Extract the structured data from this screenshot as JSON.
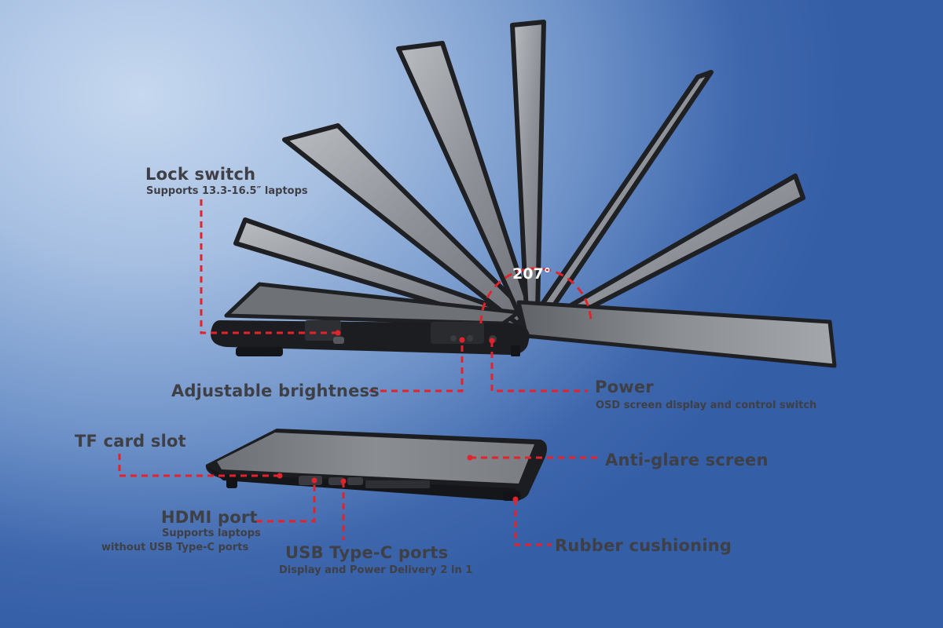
{
  "angle_label": "207°",
  "callouts": {
    "lock_switch": {
      "title": "Lock switch",
      "subtitle": "Supports 13.3-16.5″ laptops"
    },
    "adjustable_brightness": {
      "title": "Adjustable brightness"
    },
    "power": {
      "title": "Power",
      "subtitle": "OSD screen display and control switch"
    },
    "tf_card_slot": {
      "title": "TF card slot"
    },
    "anti_glare_screen": {
      "title": "Anti-glare screen"
    },
    "hdmi_port": {
      "title": "HDMI port",
      "subtitle_line1": "Supports laptops",
      "subtitle_line2": "without USB Type-C ports"
    },
    "usb_type_c_ports": {
      "title": "USB Type-C ports",
      "subtitle": "Display and Power Delivery 2 in 1"
    },
    "rubber_cushioning": {
      "title": "Rubber cushioning"
    }
  },
  "colors": {
    "accent": "#e3232b",
    "text": "#3f3f46",
    "bg_light": "#c6d8ef",
    "bg_dark": "#345ea6"
  }
}
